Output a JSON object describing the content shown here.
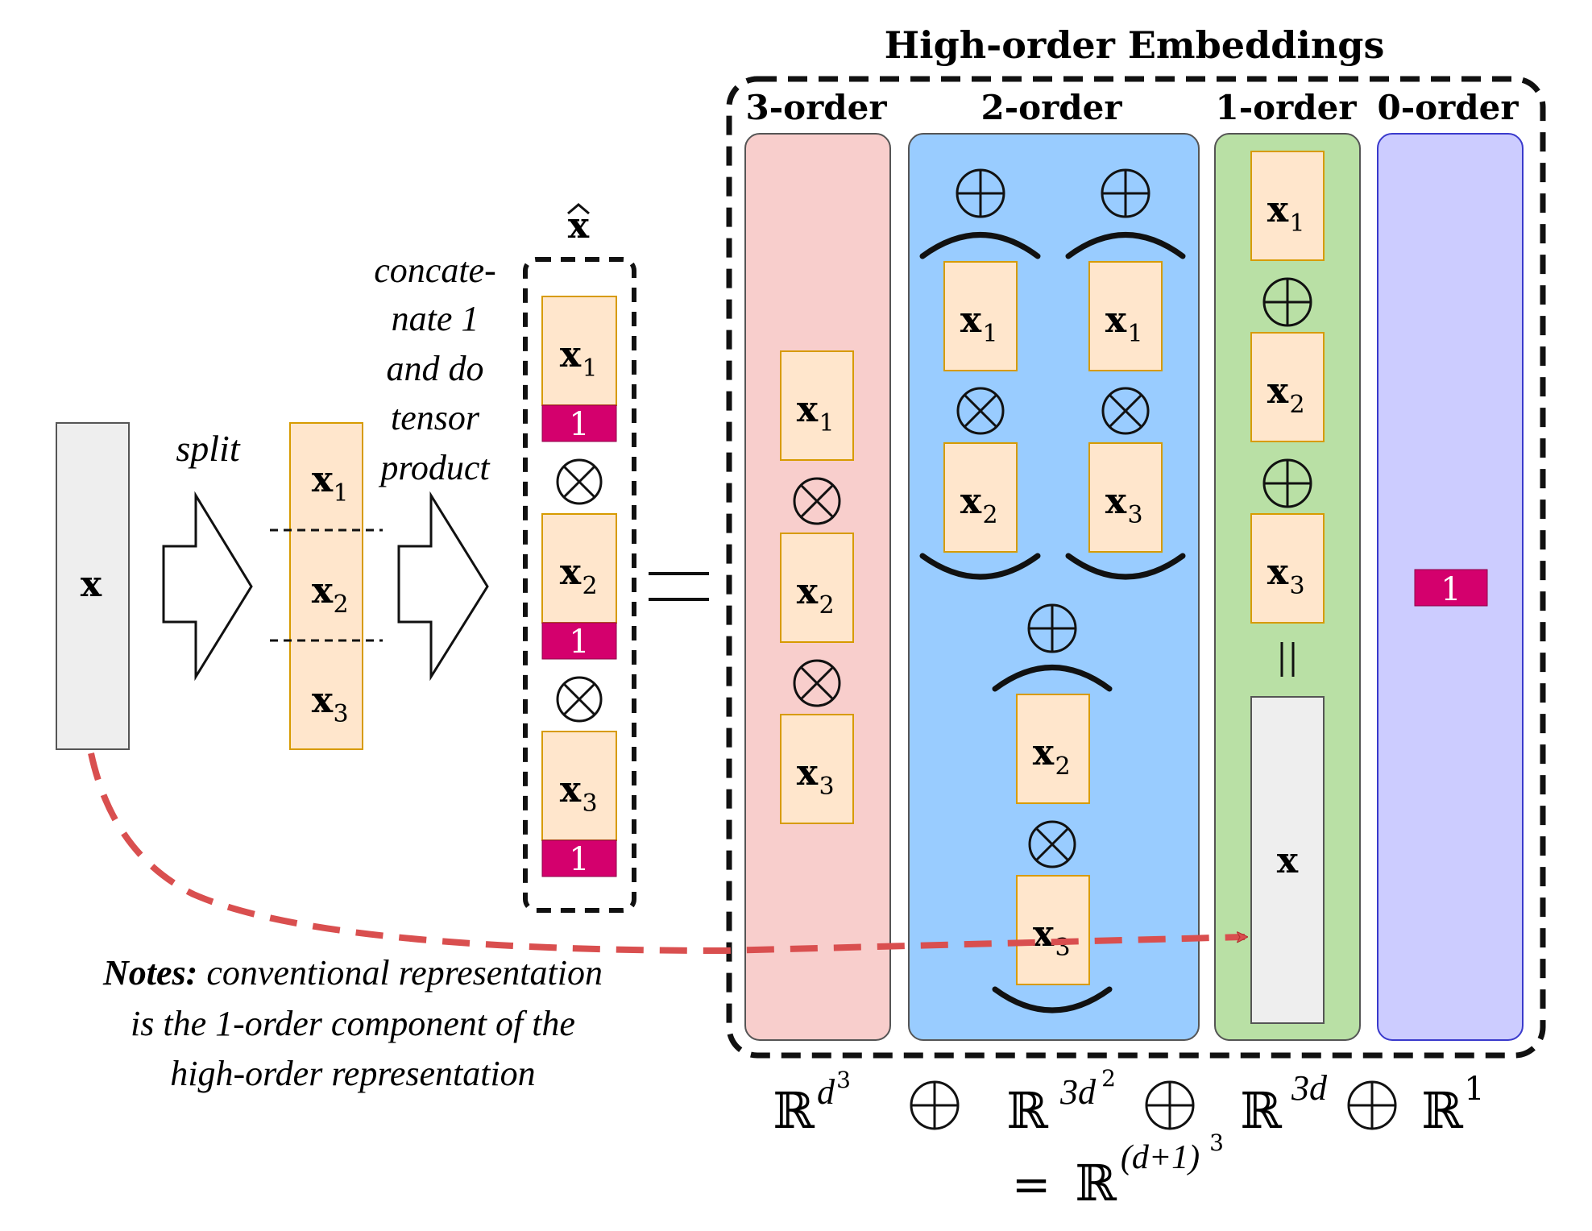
{
  "title": "High-order Embeddings",
  "labels": {
    "input_x": "x",
    "split": "split",
    "concat_lines": [
      "concate-",
      "nate 1",
      "and do",
      "tensor",
      "product"
    ],
    "xhat_base": "x",
    "xhat_hat": "^",
    "equals": "=",
    "var": "x",
    "sub1": "1",
    "sub2": "2",
    "sub3": "3",
    "one": "1",
    "otimes": "⊗",
    "oplus": "⊕",
    "parallel": "||"
  },
  "columns": {
    "order3": "3-order",
    "order2": "2-order",
    "order1": "1-order",
    "order0": "0-order"
  },
  "notes": {
    "bold": "Notes:",
    "line1": " conventional representation",
    "line2": "is the 1-order component of the",
    "line3": "high-order representation"
  },
  "formula": {
    "R": "ℝ",
    "exp3": "d",
    "exp3_sup": "3",
    "exp2": "3d",
    "exp2_sup": "2",
    "exp1": "3d",
    "exp0": "1",
    "oplus": "⊕",
    "eq": "=",
    "total_exp": "(d+1)",
    "total_sup": "3"
  },
  "colors": {
    "orange_fill": "#ffe6cc",
    "orange_stroke": "#d79b00",
    "magenta": "#d4006d",
    "red_col": "#f8cecc",
    "blue_col": "#99ccff",
    "green_col": "#b9e0a5",
    "purple_col": "#ccccff",
    "grey_fill": "#eeeeee",
    "dash_red": "#d94f4f"
  }
}
